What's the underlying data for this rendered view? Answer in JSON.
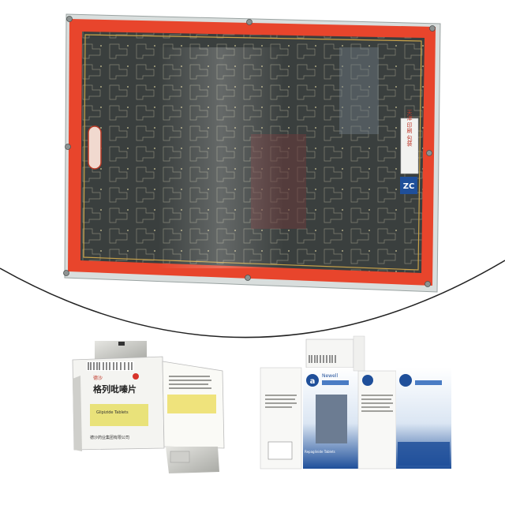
{
  "colors": {
    "background": "#ffffff",
    "frame_red": "#e8452c",
    "board_dark": "#3a3f3e",
    "trace_gold": "#c8a24a",
    "box_blue": "#1f4f9a",
    "box_yellow": "#e9e27a"
  },
  "board": {
    "side_label": "天津 印刷 包装",
    "logo_text": "ZC"
  },
  "box_left": {
    "brand": "德沙",
    "product_name": "格列吡嗪片",
    "english_name": "Glipizide Tablets",
    "maker": "德沙药业集团有限公司"
  },
  "box_right": {
    "brand_en": "Newell",
    "logo_letter": "a",
    "english_name": "Repaglinide Tablets"
  }
}
